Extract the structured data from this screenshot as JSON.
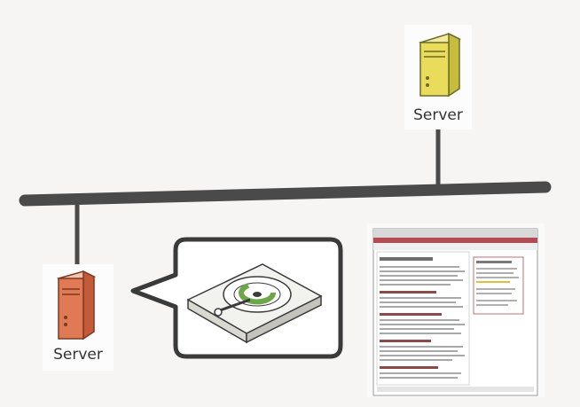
{
  "colors": {
    "background": "#f7f4f4",
    "bus": "#4a4a4a",
    "server_top": "#e8dc5a",
    "server_bottom": "#e07a55",
    "disk_accent": "#6ca84a",
    "browser_bar": "#b34b52"
  },
  "nodes": {
    "server_top": {
      "label": "Server",
      "icon": "server-icon"
    },
    "server_bottom": {
      "label": "Server",
      "icon": "server-icon"
    },
    "storage": {
      "icon": "hard-drive-icon",
      "shape": "speech-bubble"
    },
    "webpage": {
      "icon": "browser-window-icon"
    }
  }
}
